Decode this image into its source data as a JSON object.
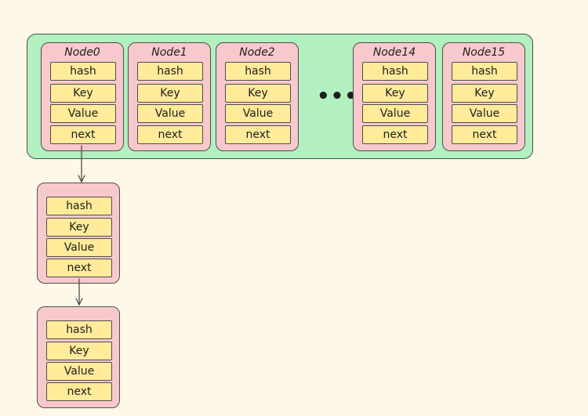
{
  "array_nodes": [
    {
      "title": "Node0"
    },
    {
      "title": "Node1"
    },
    {
      "title": "Node2"
    },
    {
      "title": "Node14"
    },
    {
      "title": "Node15"
    }
  ],
  "fields": [
    "hash",
    "Key",
    "Value",
    "next"
  ],
  "ellipsis": "•••",
  "colors": {
    "background": "#fdf8e8",
    "table_fill": "#b2f0c0",
    "node_fill": "#f8c9cc",
    "field_fill": "#ffeb99",
    "stroke": "#4d4d4d"
  }
}
